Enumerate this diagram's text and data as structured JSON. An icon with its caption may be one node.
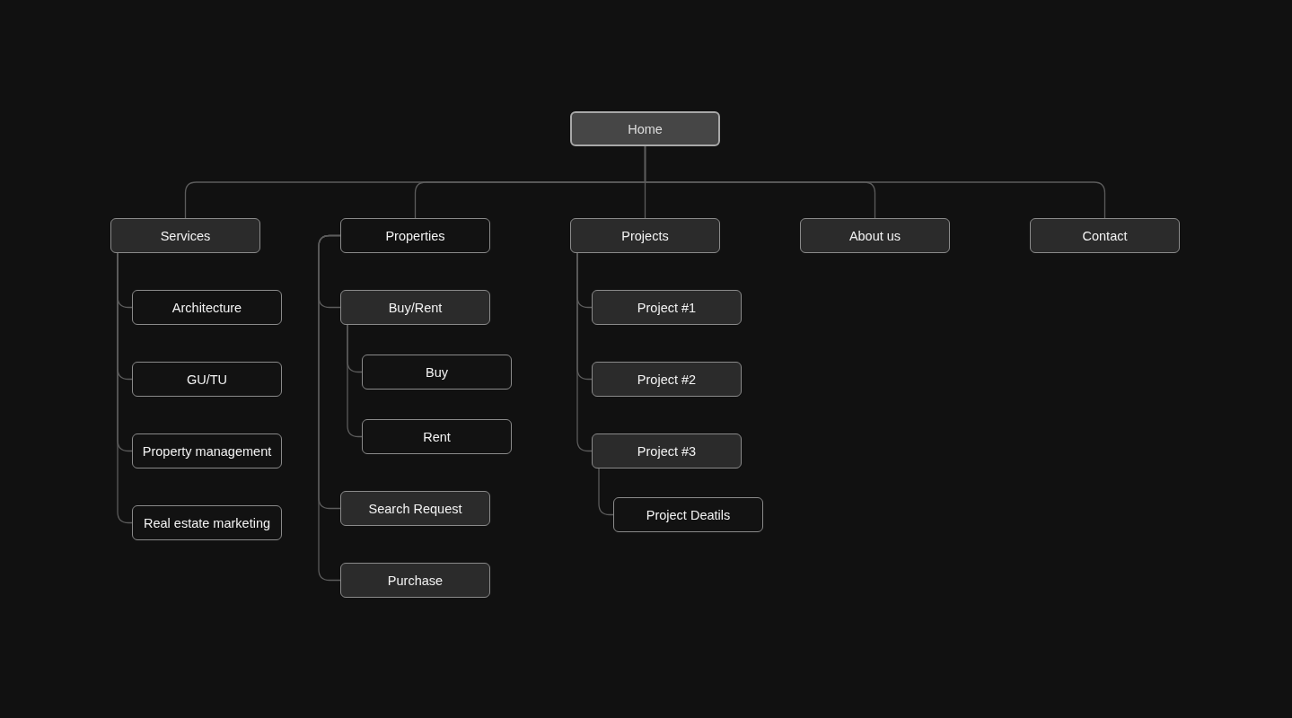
{
  "diagram": {
    "nodes": [
      {
        "text": [
          "Home"
        ]
      },
      {
        "text": [
          "Services"
        ]
      },
      {
        "text": [
          "Architecture"
        ]
      },
      {
        "text": [
          "GU/TU"
        ]
      },
      {
        "text": [
          "Property management"
        ]
      },
      {
        "text": [
          "Real estate marketing"
        ]
      },
      {
        "text": [
          "Properties"
        ]
      },
      {
        "text": [
          "Buy/Rent"
        ]
      },
      {
        "text": [
          "Buy"
        ]
      },
      {
        "text": [
          "Rent"
        ]
      },
      {
        "text": [
          "Search Request"
        ]
      },
      {
        "text": [
          "Purchase"
        ]
      },
      {
        "text": [
          "Projects"
        ]
      },
      {
        "text": [
          "Project #1"
        ]
      },
      {
        "text": [
          "Project #2"
        ]
      },
      {
        "text": [
          "Project #3"
        ]
      },
      {
        "text": [
          "Project Deatils"
        ]
      },
      {
        "text": [
          "About us"
        ]
      },
      {
        "text": [
          "Contact"
        ]
      }
    ],
    "edges": [
      {
        "from": 0,
        "to": 1,
        "arrow": "none"
      },
      {
        "from": 0,
        "to": 6,
        "arrow": "none"
      },
      {
        "from": 0,
        "to": 12,
        "arrow": "none"
      },
      {
        "from": 0,
        "to": 17,
        "arrow": "none"
      },
      {
        "from": 0,
        "to": 18,
        "arrow": "none"
      },
      {
        "from": 1,
        "to": 2,
        "arrow": "none"
      },
      {
        "from": 1,
        "to": 3,
        "arrow": "none"
      },
      {
        "from": 1,
        "to": 4,
        "arrow": "none"
      },
      {
        "from": 1,
        "to": 5,
        "arrow": "none"
      },
      {
        "from": 6,
        "to": 7,
        "arrow": "none"
      },
      {
        "from": 7,
        "to": 8,
        "arrow": "none"
      },
      {
        "from": 7,
        "to": 9,
        "arrow": "none"
      },
      {
        "from": 6,
        "to": 10,
        "arrow": "none"
      },
      {
        "from": 6,
        "to": 11,
        "arrow": "none"
      },
      {
        "from": 12,
        "to": 13,
        "arrow": "none"
      },
      {
        "from": 12,
        "to": 14,
        "arrow": "none"
      },
      {
        "from": 12,
        "to": 15,
        "arrow": "none"
      },
      {
        "from": 15,
        "to": 16,
        "arrow": "none"
      }
    ]
  }
}
